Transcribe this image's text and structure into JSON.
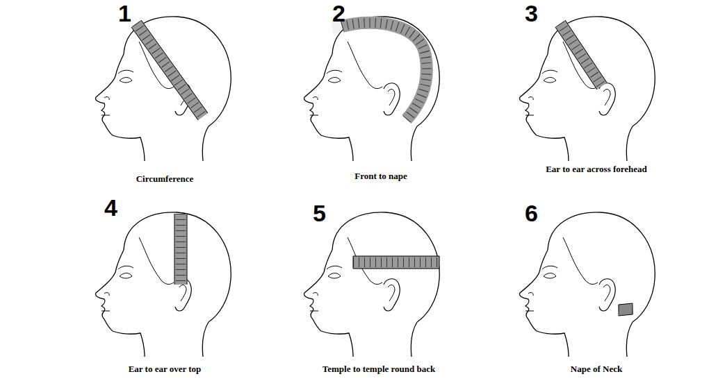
{
  "diagram": {
    "labels": [
      "1",
      "Circumference",
      "2",
      "Front to nape",
      "3",
      "Ear to ear across forehead",
      "4",
      "Ear to ear over top",
      "5",
      "Temple to temple round back",
      "6",
      "Nape of Neck"
    ]
  }
}
